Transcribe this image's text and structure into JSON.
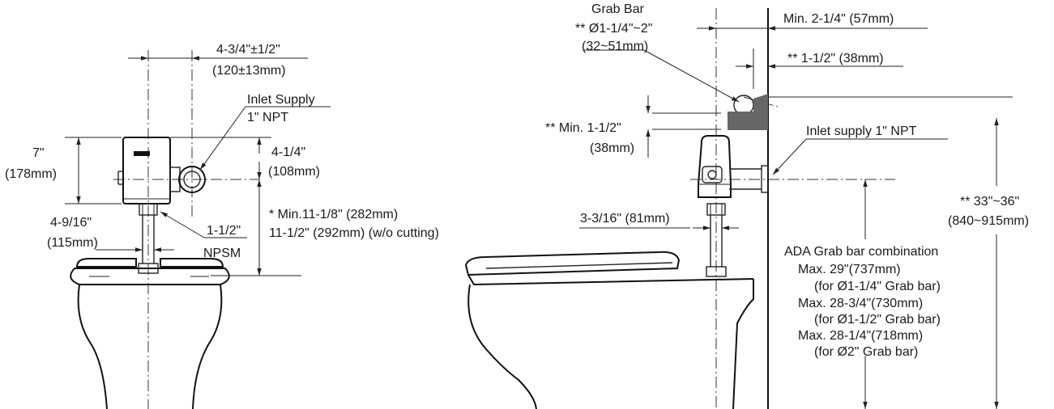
{
  "front_view": {
    "width_top": "4-3/4\"±1/2\"",
    "width_top_mm": "(120±13mm)",
    "inlet_supply": "Inlet Supply",
    "inlet_supply_npt": "1\" NPT",
    "height_7": "7\"",
    "height_7_mm": "(178mm)",
    "height_4_1_4": "4-1/4\"",
    "height_4_1_4_mm": "(108mm)",
    "width_4_9_16": "4-9/16\"",
    "width_4_9_16_mm": "(115mm)",
    "spud_size": "1-1/2\"",
    "spud_thread": "NPSM",
    "min_height": "* Min.11-1/8\" (282mm)",
    "height_wo_cutting": "11-1/2\" (292mm) (w/o cutting)"
  },
  "side_view": {
    "grab_bar": "Grab Bar",
    "grab_bar_dia": "** Ø1-1/4\"~2\"",
    "grab_bar_dia_mm": "(32~51mm)",
    "min_2_1_4": "Min. 2-1/4\" (57mm)",
    "clear_1_1_2": "** 1-1/2\" (38mm)",
    "min_1_1_2": "** Min. 1-1/2\"",
    "min_1_1_2_mm": "(38mm)",
    "inlet_supply": "Inlet supply 1\" NPT",
    "tube_offset": "3-3/16\" (81mm)",
    "height_33_36": "** 33\"~36\"",
    "height_33_36_mm": "(840~915mm)",
    "ada_title": "ADA Grab bar combination",
    "ada_lines": [
      "Max. 29\"(737mm)",
      "(for Ø1-1/4\" Grab bar)",
      "Max. 28-3/4\"(730mm)",
      "(for Ø1-1/2\" Grab bar)",
      "Max. 28-1/4\"(718mm)",
      "(for Ø2\" Grab bar)"
    ]
  }
}
